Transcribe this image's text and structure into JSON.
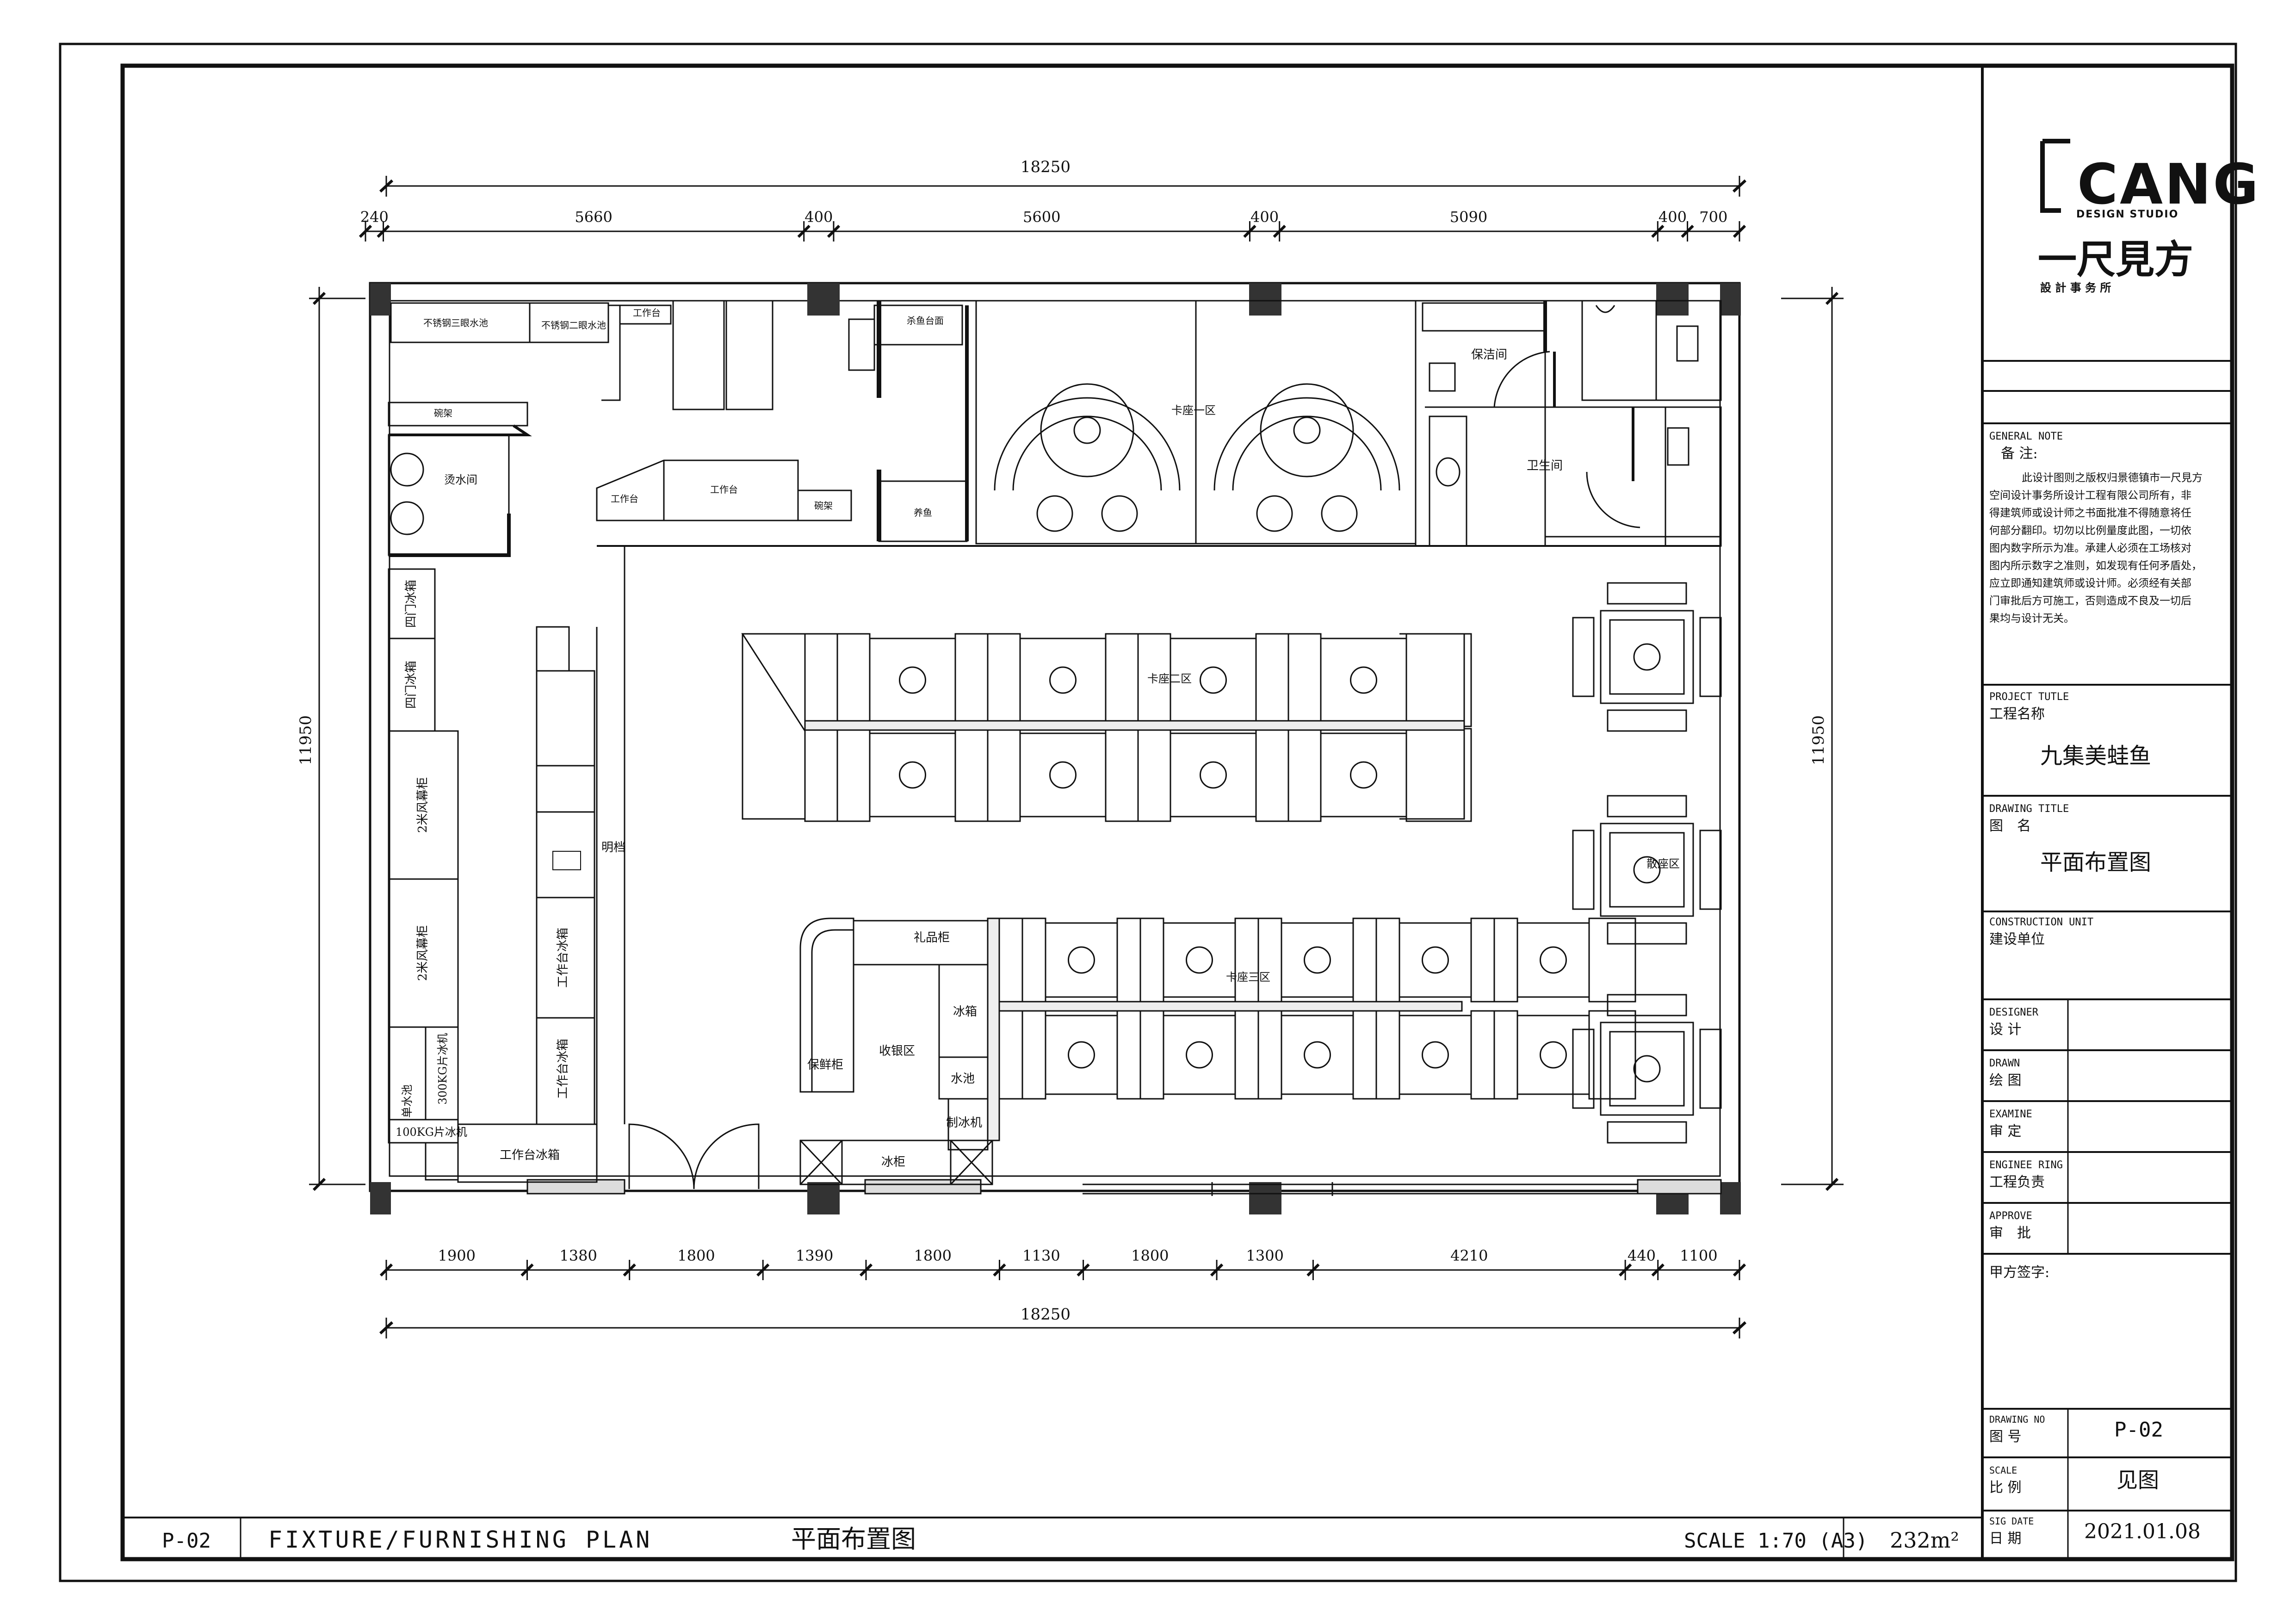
{
  "plan": {
    "overall_width": "18250",
    "overall_depth": "11950",
    "top_dims": [
      "240",
      "5660",
      "400",
      "5600",
      "400",
      "5090",
      "400",
      "700"
    ],
    "bottom_dims": [
      "1900",
      "1380",
      "1800",
      "1390",
      "1800",
      "1130",
      "1800",
      "1300",
      "4210",
      "440",
      "1100"
    ],
    "rooms": {
      "sink3": "不锈钢三眼水池",
      "sink2": "不锈钢二眼水池",
      "worktable": "工作台",
      "rack": "碗架",
      "scald": "烫水间",
      "cleaning": "保洁间",
      "toilet": "卫生间",
      "booth1": "卡座一区",
      "booth2": "卡座二区",
      "booth3": "卡座三区",
      "scatter": "散座区",
      "cashier": "收银区",
      "fresh_cab": "保鲜柜",
      "gift_cab": "礼品柜",
      "fridge": "冰箱",
      "water_pool": "水池",
      "ice_machine": "制冰机",
      "ice_cab": "冰柜",
      "pass": "明档",
      "fish": "养鱼",
      "fish_table": "杀鱼台面",
      "door_fridge": "四门冰箱",
      "hood": "2米风幕柜",
      "table_fridge": "工作台冰箱",
      "sink_single": "单水池",
      "ice300": "300KG片冰机",
      "ice100": "100KG片冰机",
      "bowl_rack": "碗架"
    }
  },
  "title_block": {
    "logo_mark": "CANG",
    "logo_sub": "DESIGN STUDIO",
    "logo_cn": "一尺見方",
    "logo_cn_sub": "設 計 事 务 所",
    "general_note_en": "GENERAL NOTE",
    "general_note_cn": "备 注:",
    "note_lines": [
      "此设计图则之版权归景德镇市一尺見方",
      "空间设计事务所设计工程有限公司所有，非",
      "得建筑师或设计师之书面批准不得随意将任",
      "何部分翻印。切勿以比例量度此图，一切依",
      "图内数字所示为准。承建人必须在工场核对",
      "图内所示数字之准则，如发现有任何矛盾处，",
      "应立即通知建筑师或设计师。必须经有关部",
      "门审批后方可施工，否则造成不良及一切后",
      "果均与设计无关。"
    ],
    "project_title_en": "PROJECT TUTLE",
    "project_title_cn": "工程名称",
    "project_name": "九集美蛙鱼",
    "drawing_title_en": "DRAWING TITLE",
    "drawing_title_cn": "图　名",
    "drawing_name": "平面布置图",
    "construction_unit_en": "CONSTRUCTION UNIT",
    "construction_unit_cn": "建设单位",
    "designer_en": "DESIGNER",
    "designer_cn": "设 计",
    "drawn_en": "DRAWN",
    "drawn_cn": "绘 图",
    "examine_en": "EXAMINE",
    "examine_cn": "审 定",
    "engineering_en": "ENGINEE RING",
    "engineering_cn": "工程负责",
    "approve_en": "APPROVE",
    "approve_cn": "审　批",
    "client_sign": "甲方签字:",
    "drawing_no_en": "DRAWING NO",
    "drawing_no_cn": "图 号",
    "drawing_no": "P-02",
    "scale_en": "SCALE",
    "scale_cn": "比 例",
    "scale_value": "见图",
    "date_en": "SIG DATE",
    "date_cn": "日 期",
    "date_value": "2021.01.08"
  },
  "bottom_bar": {
    "sheet_no": "P-02",
    "title_en": "FIXTURE/FURNISHING PLAN",
    "title_cn": "平面布置图",
    "scale": "SCALE 1:70 (A3)",
    "area": "232m²"
  }
}
